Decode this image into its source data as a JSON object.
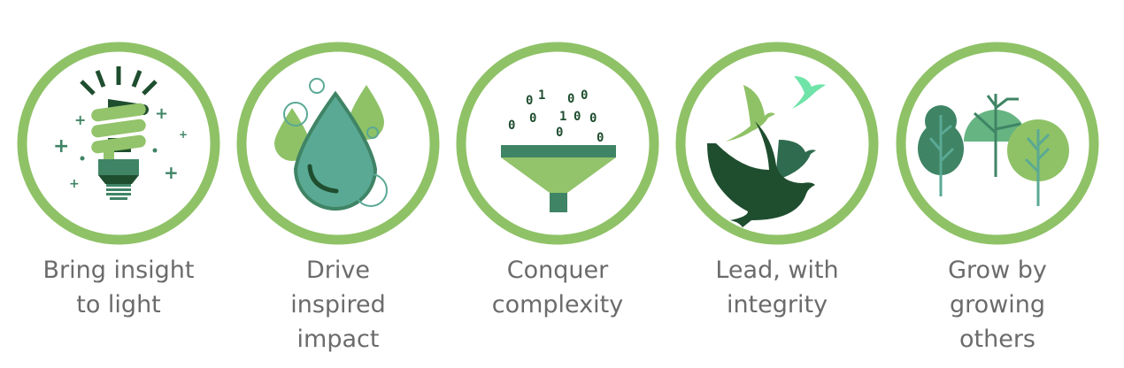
{
  "colors": {
    "ring": "#8fc267",
    "dark": "#1f4e2f",
    "mid": "#3f8465",
    "teal": "#5aa994",
    "light": "#8fc267",
    "mint": "#6fe3a8",
    "text": "#6b6b6b"
  },
  "values": [
    {
      "icon": "lightbulb-icon",
      "lines": [
        "Bring insight",
        "to light"
      ]
    },
    {
      "icon": "water-drop-icon",
      "lines": [
        "Drive",
        "inspired",
        "impact"
      ]
    },
    {
      "icon": "funnel-icon",
      "lines": [
        "Conquer",
        "complexity"
      ]
    },
    {
      "icon": "birds-icon",
      "lines": [
        "Lead, with",
        "integrity"
      ]
    },
    {
      "icon": "trees-icon",
      "lines": [
        "Grow by",
        "growing",
        "others"
      ]
    }
  ]
}
